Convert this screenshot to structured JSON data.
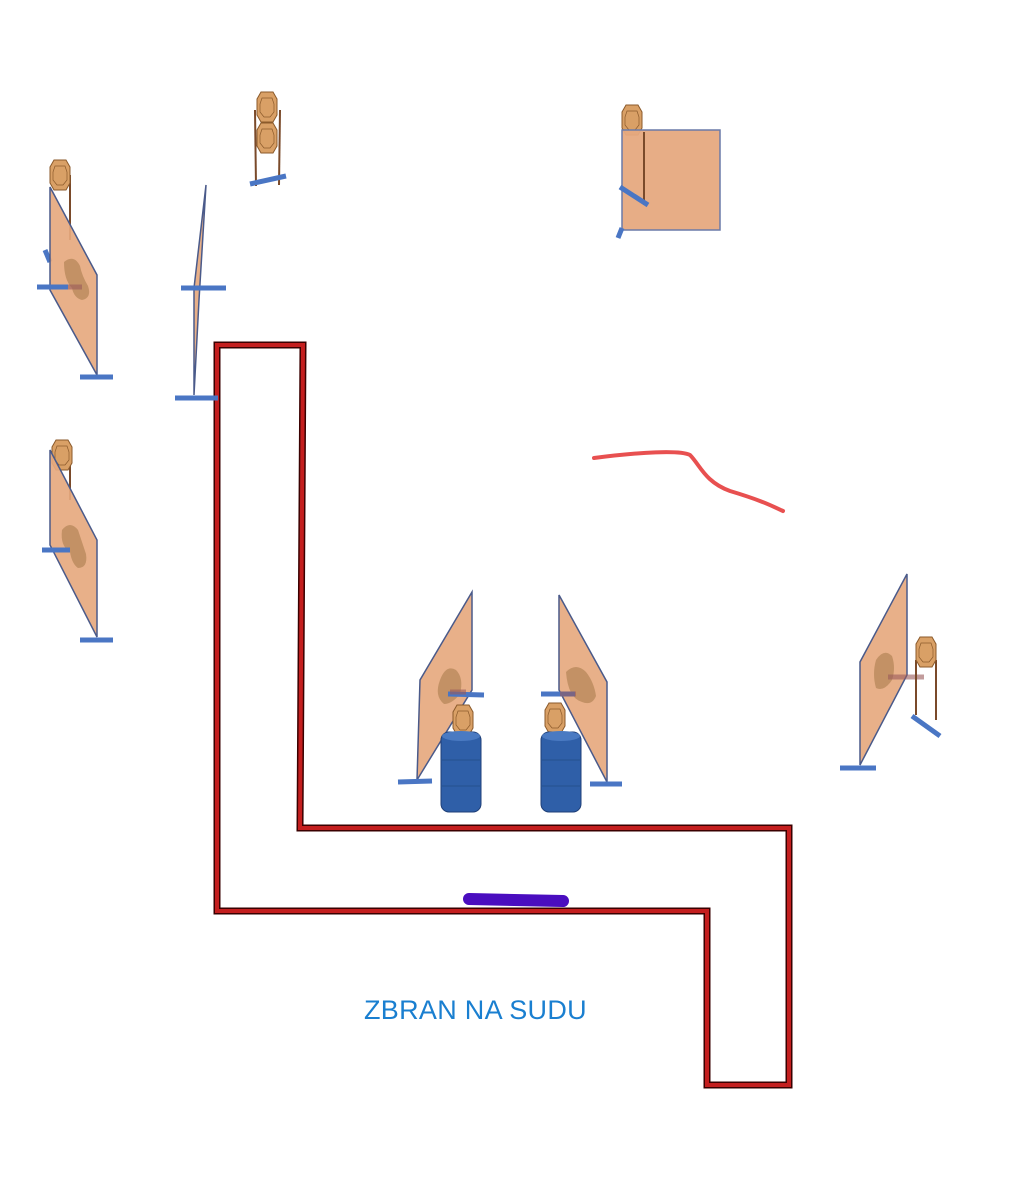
{
  "diagram": {
    "caption": "ZBRAN NA SUDU",
    "colors": {
      "fence": "#c41e1e",
      "fence_edge": "#3a0000",
      "fault_line": "#e85050",
      "start_marker": "#4a0dbf",
      "target_panel": "#e6a97f",
      "target_stand": "#4a76c4",
      "barrel": "#2f5fa8",
      "caption": "#1a7fd0"
    },
    "elements": [
      "paper-target",
      "steel-plate-target",
      "barrel",
      "fence-wall",
      "fault-line",
      "start-position"
    ]
  }
}
